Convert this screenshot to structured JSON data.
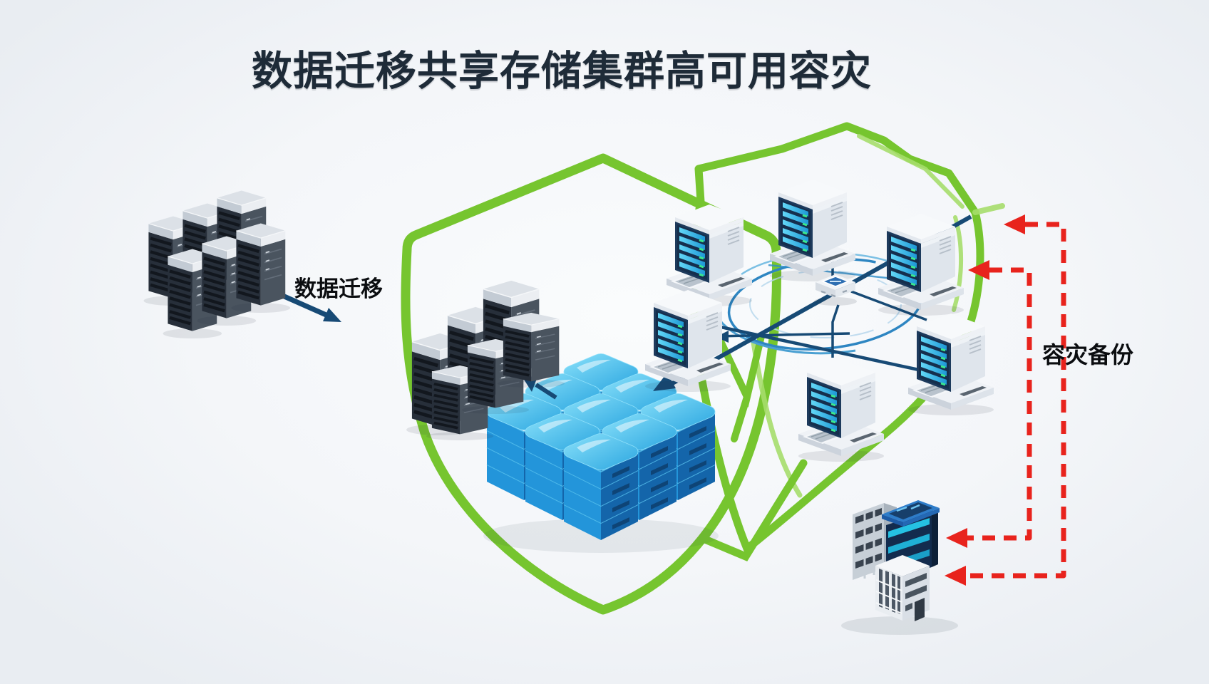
{
  "title": "数据迁移共享存储集群高可用容灾",
  "labels": {
    "migration": "数据迁移",
    "dr_backup": "容灾备份"
  },
  "colors": {
    "background": "#f5f7fa",
    "shield_green": "#76c52f",
    "shield_green_light": "#a6dd6b",
    "arrow_navy": "#174a75",
    "backup_red": "#e8231d",
    "ring_blue": "#2e86c2",
    "title_text": "#1e2b38",
    "cube_top": "#41bdec",
    "cube_left": "#2395da",
    "cube_right": "#1465aa",
    "server_panel": "#1d3a5c",
    "server_stripe": "#49c9ef",
    "rack_dark": "#272f3a",
    "rack_top": "#dce1e7"
  },
  "components": {
    "legacy_rack_count": 6,
    "shielded_rack_count": 6,
    "storage_cube_stacks": 9,
    "cluster_node_count": 6,
    "network_switch_count": 1,
    "shield_count": 2,
    "dr_building_count": 2,
    "backup_path_count": 2
  }
}
